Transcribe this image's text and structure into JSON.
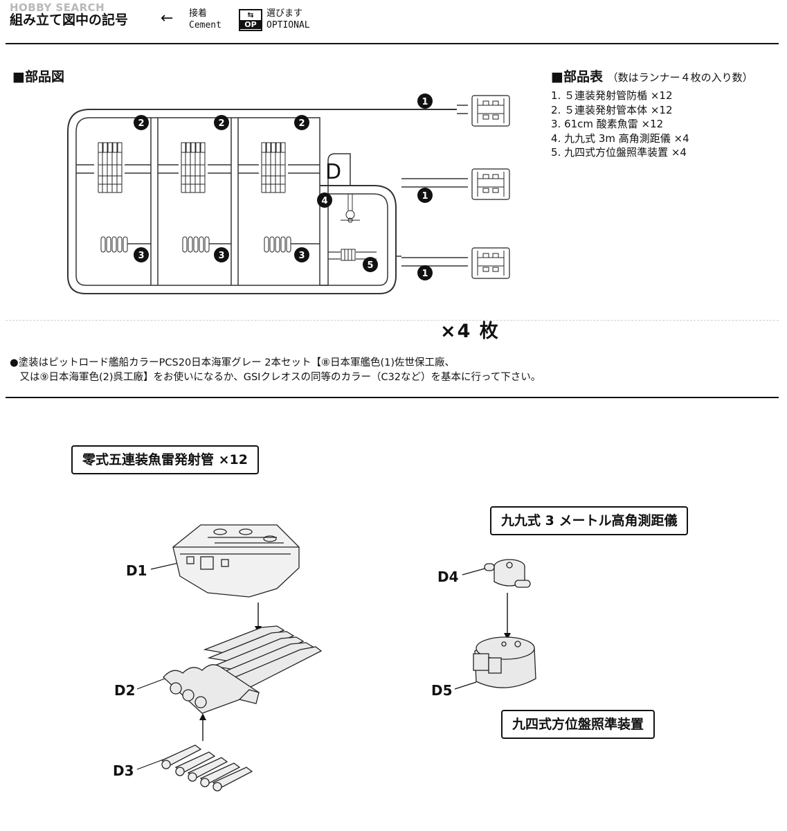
{
  "watermark": "HOBBY SEARCH",
  "legend": {
    "title": "組み立て図中の記号",
    "arrow": "←",
    "cement_jp": "接着",
    "cement_en": "Cement",
    "op_icon_top": "⇆",
    "op_icon_bottom": "OP",
    "optional_jp": "選びます",
    "optional_en": "OPTIONAL"
  },
  "parts_diagram": {
    "heading": "■部品図",
    "runner_letter": "D",
    "multiplier": "×4 枚"
  },
  "parts_table": {
    "heading": "■部品表",
    "note": "（数はランナー４枚の入り数）",
    "items": [
      "1.  ５連装発射管防楯 ×12",
      "2.  ５連装発射管本体 ×12",
      "3.  61cm 酸素魚雷 ×12",
      "4.  九九式 3m 高角測距儀 ×4",
      "5.  九四式方位盤照準装置 ×4"
    ]
  },
  "paint_note": {
    "line1": "●塗装はピットロード艦船カラーPCS20日本海軍グレー 2本セット【⑧日本軍艦色(1)佐世保工廠、",
    "line2": "　又は⑨日本海軍色(2)呉工廠】をお使いになるか、GSIクレオスの同等のカラー（C32など）を基本に行って下さい。"
  },
  "assembly": {
    "torpedo_title": "零式五連装魚雷発射管  ×12",
    "rangefinder_title": "九九式 3 メートル高角測距儀",
    "director_title": "九四式方位盤照準装置",
    "callouts": [
      "D1",
      "D2",
      "D3",
      "D4",
      "D5"
    ]
  },
  "sprue_numbers": [
    "1",
    "2",
    "3",
    "4",
    "5"
  ]
}
